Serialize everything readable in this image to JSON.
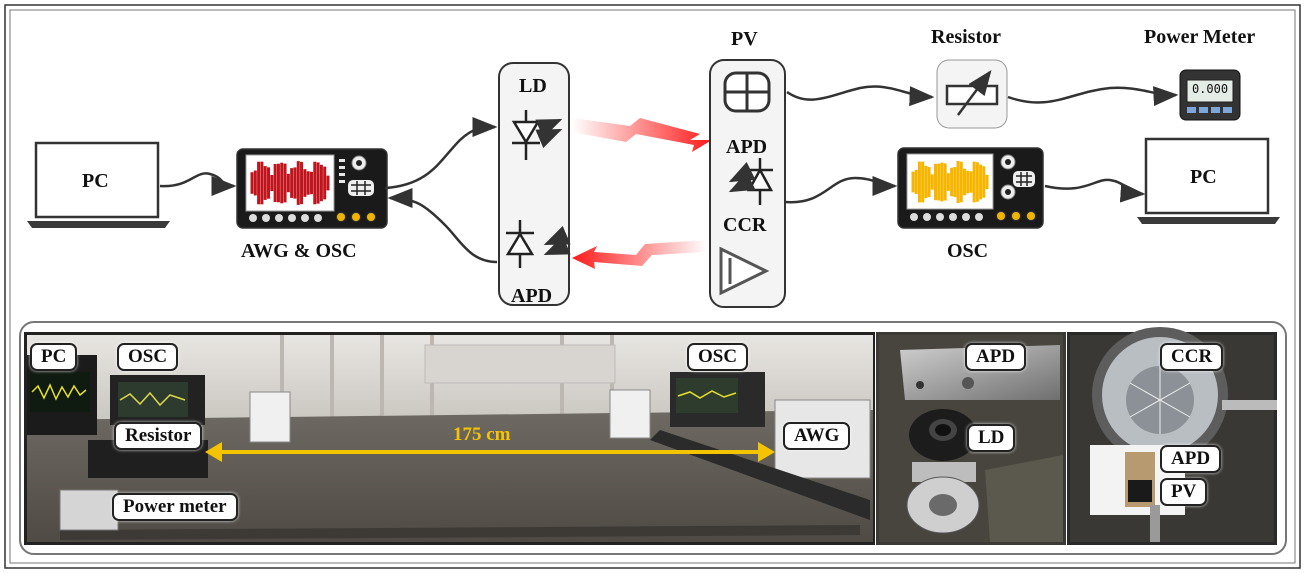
{
  "diagram": {
    "nodes": {
      "pc_left": "PC",
      "awg_osc": "AWG & OSC",
      "ld": "LD",
      "apd_left": "APD",
      "pv": "PV",
      "apd_right": "APD",
      "ccr": "CCR",
      "resistor": "Resistor",
      "power_meter": "Power Meter",
      "power_meter_display": "0.000",
      "osc": "OSC",
      "pc_right": "PC"
    }
  },
  "photos": {
    "main": {
      "tags": [
        "PC",
        "OSC",
        "OSC",
        "Resistor",
        "AWG",
        "Power meter"
      ],
      "distance": "175 cm"
    },
    "middle": {
      "tags": [
        "APD",
        "LD"
      ]
    },
    "right": {
      "tags": [
        "CCR",
        "APD",
        "PV"
      ]
    }
  },
  "colors": {
    "beam": "#ff1a1a",
    "awg_waveform": "#c0131b",
    "osc_waveform": "#f7b500",
    "distance_arrow": "#f5c400"
  }
}
